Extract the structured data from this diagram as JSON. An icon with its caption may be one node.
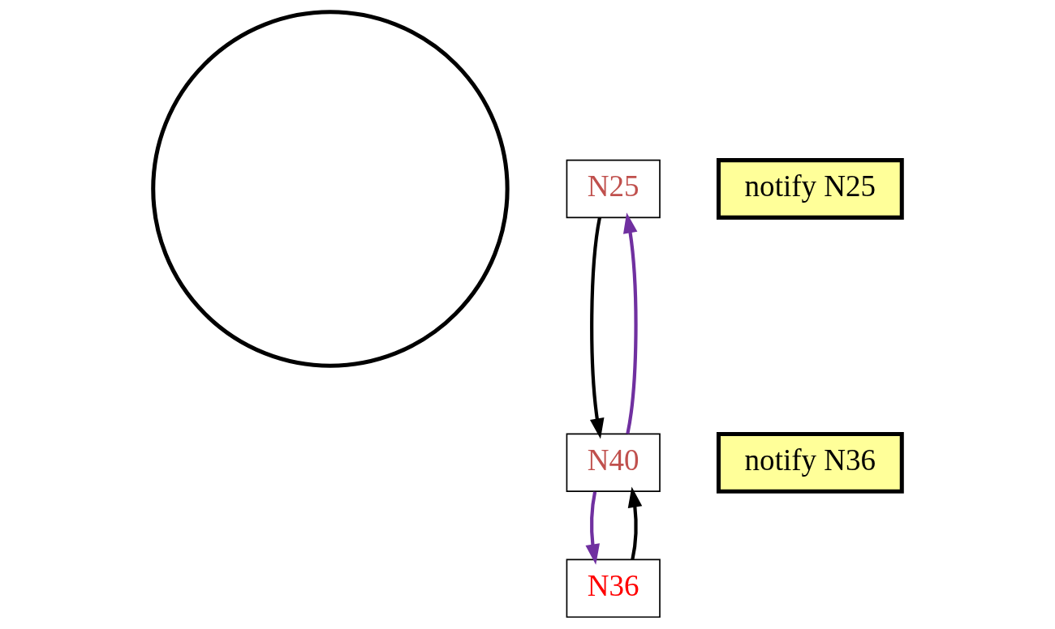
{
  "diagram": {
    "nodes": [
      {
        "text": [],
        "shape": "circle"
      },
      {
        "text": [
          "N25"
        ]
      },
      {
        "text": [
          "notify N25"
        ]
      },
      {
        "text": [
          "N36"
        ]
      },
      {
        "text": [
          "N40"
        ]
      },
      {
        "text": [
          "notify N36"
        ]
      }
    ],
    "edges": [
      {
        "from": 1,
        "to": 4,
        "arrow": "to"
      },
      {
        "from": 4,
        "to": 1,
        "arrow": "to",
        "color": "#7030a0"
      },
      {
        "from": 4,
        "to": 3,
        "arrow": "to",
        "color": "#7030a0"
      },
      {
        "from": 3,
        "to": 4,
        "arrow": "to"
      }
    ]
  }
}
